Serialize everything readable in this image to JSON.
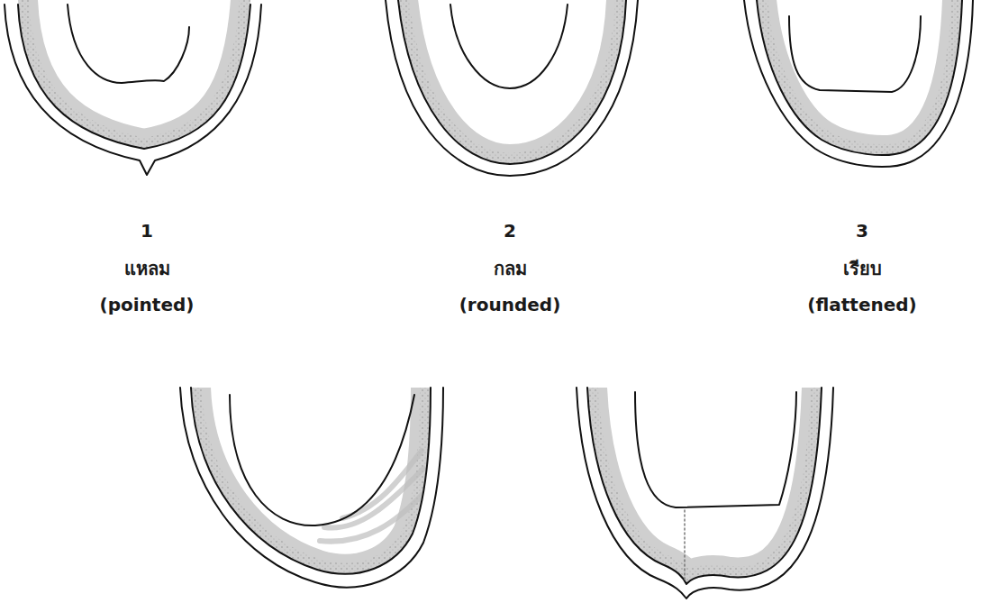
{
  "diagram": {
    "labels": [
      "1",
      "แหลม",
      "(pointed)",
      "2",
      "กลม",
      "(rounded)",
      "3",
      "เรียบ",
      "(flattened)"
    ]
  }
}
